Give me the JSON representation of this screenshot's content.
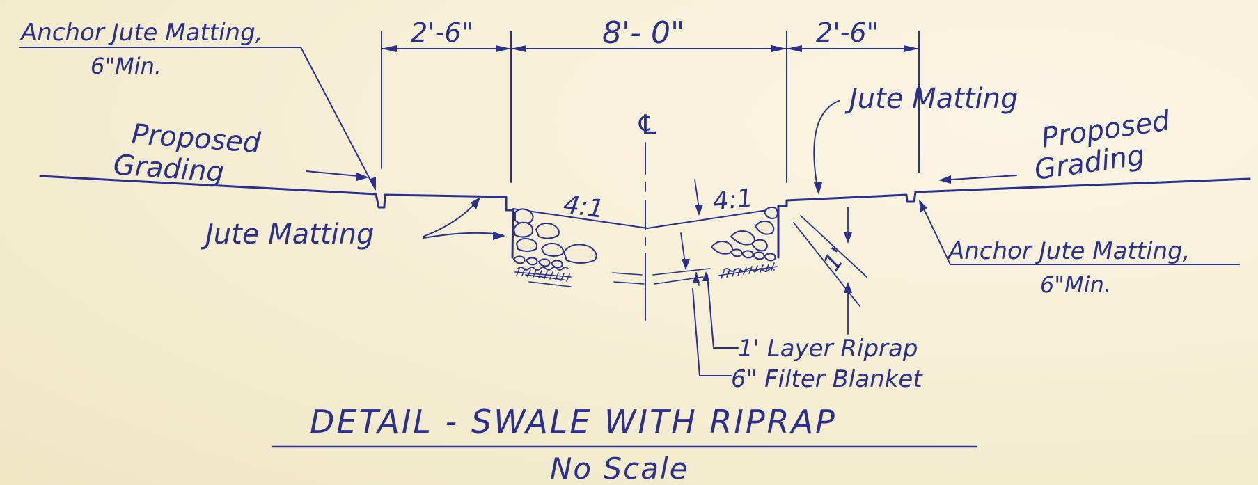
{
  "labels": {
    "anchor_left": "Anchor Jute Matting,",
    "anchor_left_min": "6\"Min.",
    "proposed_left_1": "Proposed",
    "proposed_left_2": "Grading",
    "jute_left": "Jute Matting",
    "jute_right": "Jute Matting",
    "proposed_right_1": "Proposed",
    "proposed_right_2": "Grading",
    "anchor_right": "Anchor Jute Matting,",
    "anchor_right_min": "6\"Min.",
    "riprap": "1' Layer Riprap",
    "filter": "6\" Filter Blanket",
    "title": "DETAIL - SWALE WITH RIPRAP",
    "subtitle": "No Scale"
  },
  "dimensions": {
    "left_bench": "2'-6\"",
    "bottom": "8'- 0\"",
    "right_bench": "2'-6\""
  },
  "slopes": {
    "left": "4:1",
    "right": "4:1"
  },
  "symbols": {
    "centerline": "℄"
  },
  "thickness": {
    "riprap": "1'"
  },
  "colors": {
    "ink": "#2b2f8f",
    "paper": "#f6f0d8"
  }
}
